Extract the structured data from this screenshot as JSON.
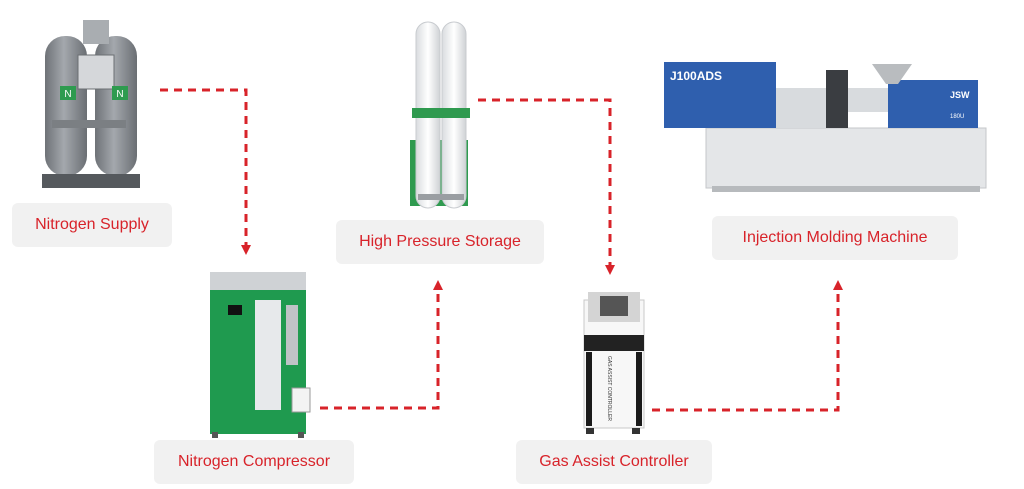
{
  "nodes": {
    "nitrogen_supply": {
      "label": "Nitrogen Supply",
      "badge": "N"
    },
    "nitrogen_compressor": {
      "label": "Nitrogen Compressor"
    },
    "high_pressure_storage": {
      "label": "High Pressure Storage"
    },
    "gas_assist_controller": {
      "label": "Gas Assist Controller",
      "panel_text": "GAS ASSIST CONTROLLER"
    },
    "injection_molding_machine": {
      "label": "Injection Molding Machine",
      "model_text": "J100ADS",
      "brand_text": "JSW",
      "sub_text": "180U"
    }
  },
  "colors": {
    "accent": "#d8232a",
    "label_bg": "#f1f1f1",
    "compressor_green": "#1f9a4f",
    "machine_blue": "#2f5fae",
    "tank_grey": "#8c9096"
  }
}
